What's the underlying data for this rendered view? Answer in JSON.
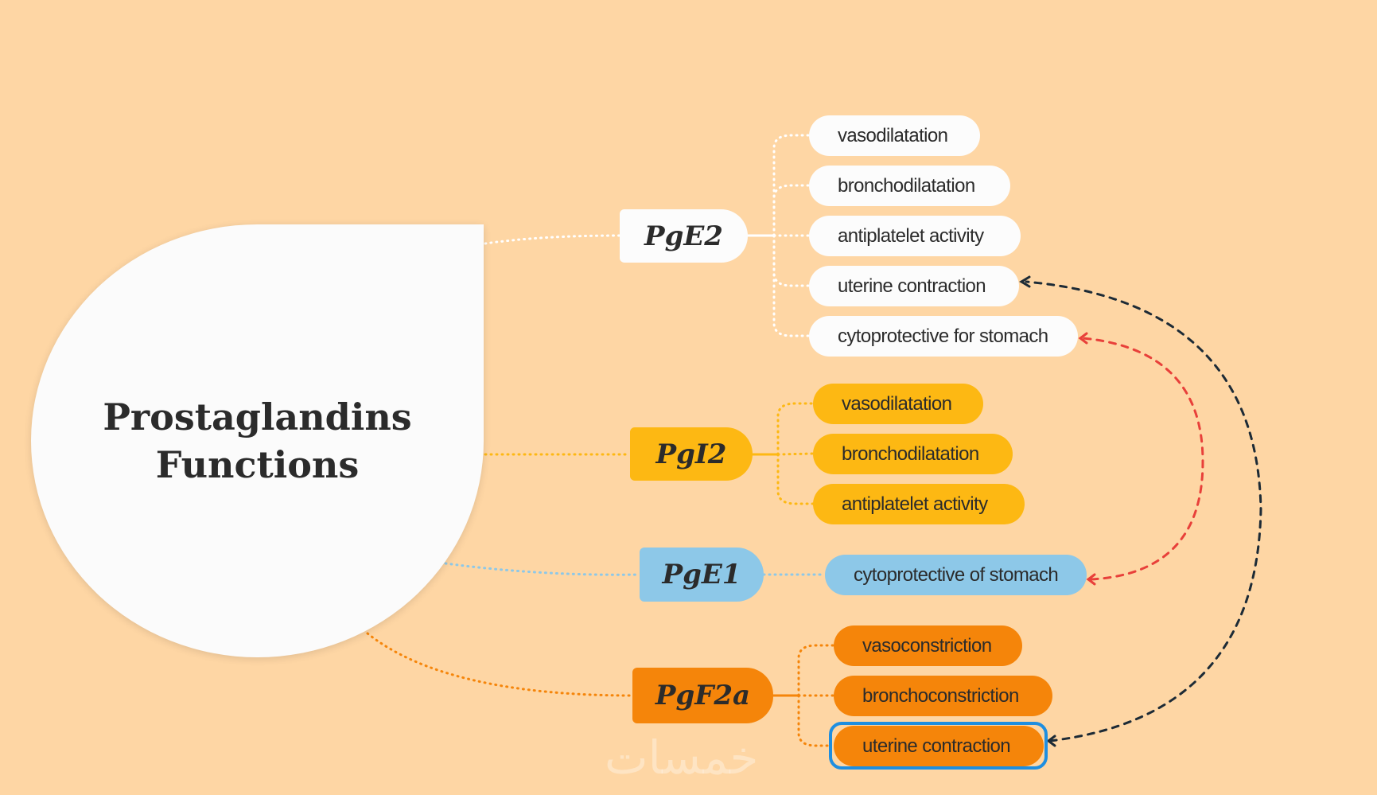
{
  "title": "Prostaglandins Functions",
  "watermark": "خمسات",
  "colors": {
    "background": "#FED6A4",
    "pge2": "#FCFCFC",
    "pgi2": "#FDB813",
    "pge1": "#8DC8E8",
    "pgf2a": "#F5850A",
    "highlight": "#1E8EE0",
    "arrow_dark": "#1d2b36",
    "arrow_red": "#E8403A"
  },
  "branches": [
    {
      "label": "PgE2",
      "items": [
        "vasodilatation",
        "bronchodilatation",
        "antiplatelet activity",
        "uterine contraction",
        "cytoprotective for stomach"
      ]
    },
    {
      "label": "PgI2",
      "items": [
        "vasodilatation",
        "bronchodilatation",
        "antiplatelet activity"
      ]
    },
    {
      "label": "PgE1",
      "items": [
        "cytoprotective of stomach"
      ]
    },
    {
      "label": "PgF2a",
      "items": [
        "vasoconstriction",
        "bronchoconstriction",
        "uterine contraction"
      ]
    }
  ]
}
